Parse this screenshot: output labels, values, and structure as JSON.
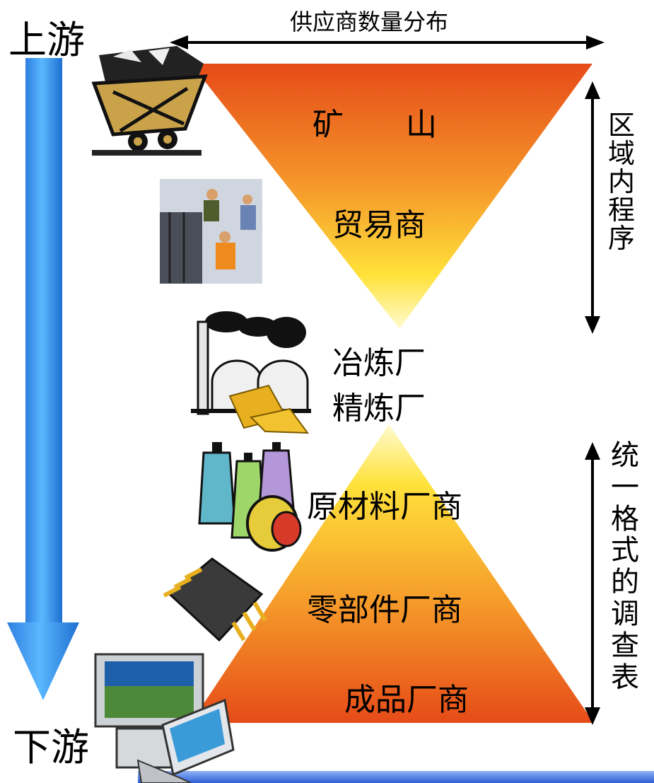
{
  "upstream_label": "上游",
  "downstream_label": "下游",
  "supplier_count_label": "供应商数量分布",
  "regional_program": [
    "区",
    "域",
    "内",
    "程",
    "序"
  ],
  "unified_survey": [
    "统",
    "一",
    "格",
    "式",
    "的",
    "调",
    "查",
    "表"
  ],
  "stages": {
    "mine": "矿　　山",
    "trader": "贸易商",
    "smelter": "冶炼厂",
    "refinery": "精炼厂",
    "raw_material": "原材料厂商",
    "parts": "零部件厂商",
    "finished": "成品厂商"
  },
  "icons": [
    "mine-cart-icon",
    "traders-icon",
    "factory-icon",
    "thread-spools-icon",
    "microchip-icon",
    "computer-icon"
  ],
  "colors": {
    "funnel_top": "#e8501a",
    "funnel_mid": "#ffe93a",
    "arrow_blue": "#1e88e5"
  }
}
